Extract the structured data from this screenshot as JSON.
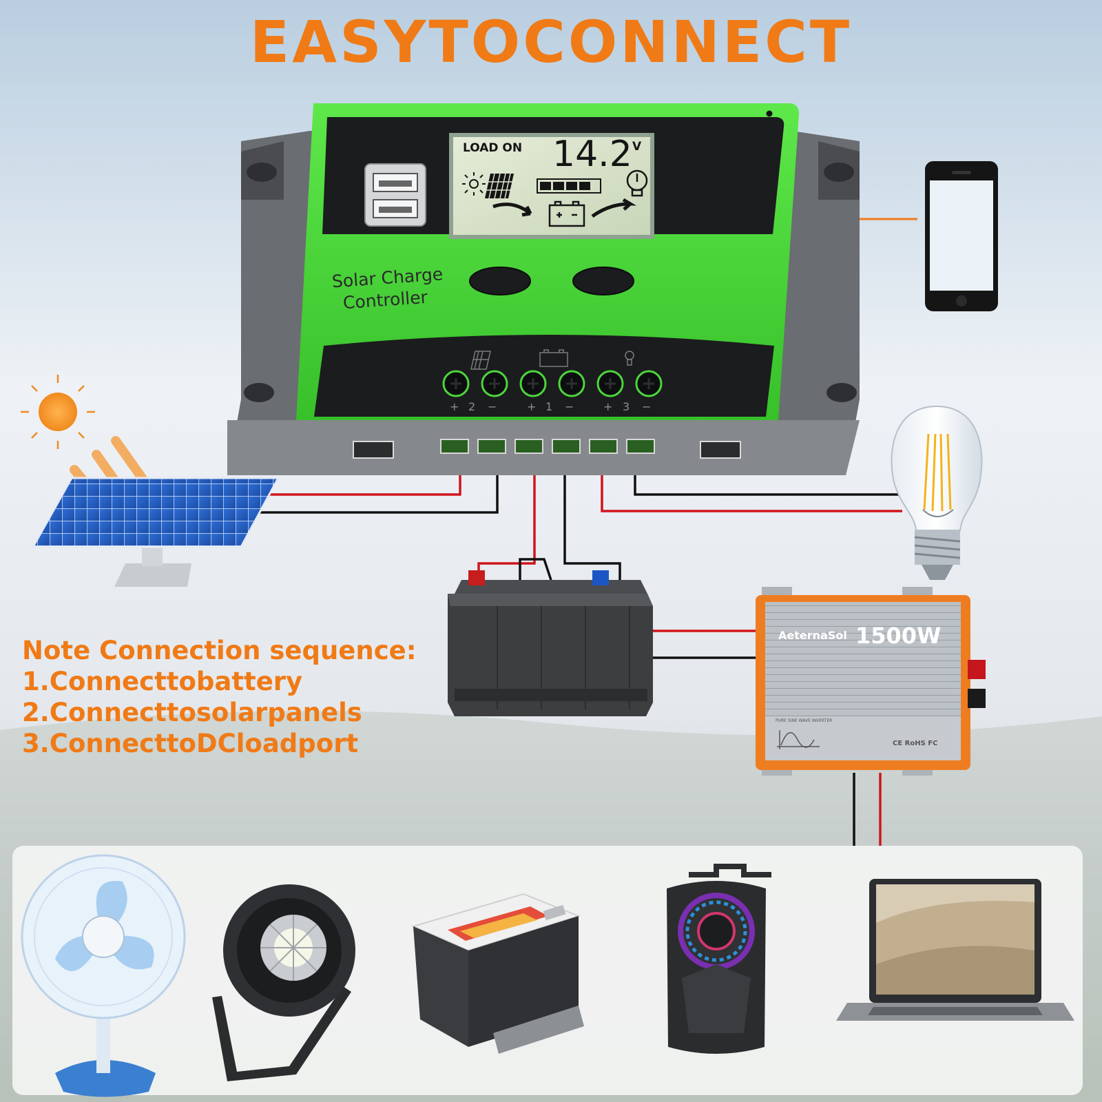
{
  "headline": "EASYTOCONNECT",
  "controller": {
    "label_line1": "Solar Charge",
    "label_line2": "Controller",
    "lcd_status": "LOAD ON",
    "lcd_voltage": "14.2",
    "lcd_unit": "V",
    "terminal_labels": [
      "+",
      "2",
      "−",
      "+",
      "1",
      "−",
      "+",
      "3",
      "−"
    ]
  },
  "inverter": {
    "brand": "AeternaSol",
    "power": "1500W",
    "small_label": "PURE SINE WAVE INVERTER",
    "certifications": "CE RoHS FC"
  },
  "note": {
    "title": "Note Connection sequence:",
    "steps": [
      "1.Connecttobattery",
      "2.Connecttosolarpanels",
      "3.ConnecttoDCloadport"
    ]
  },
  "devices": [
    "fan-icon",
    "stage-light-icon",
    "printer-icon",
    "speaker-icon",
    "laptop-icon"
  ],
  "colors": {
    "accent_orange": "#f07a16",
    "controller_green": "#49d63a",
    "wire_red": "#d0151c",
    "wire_black": "#111111"
  }
}
